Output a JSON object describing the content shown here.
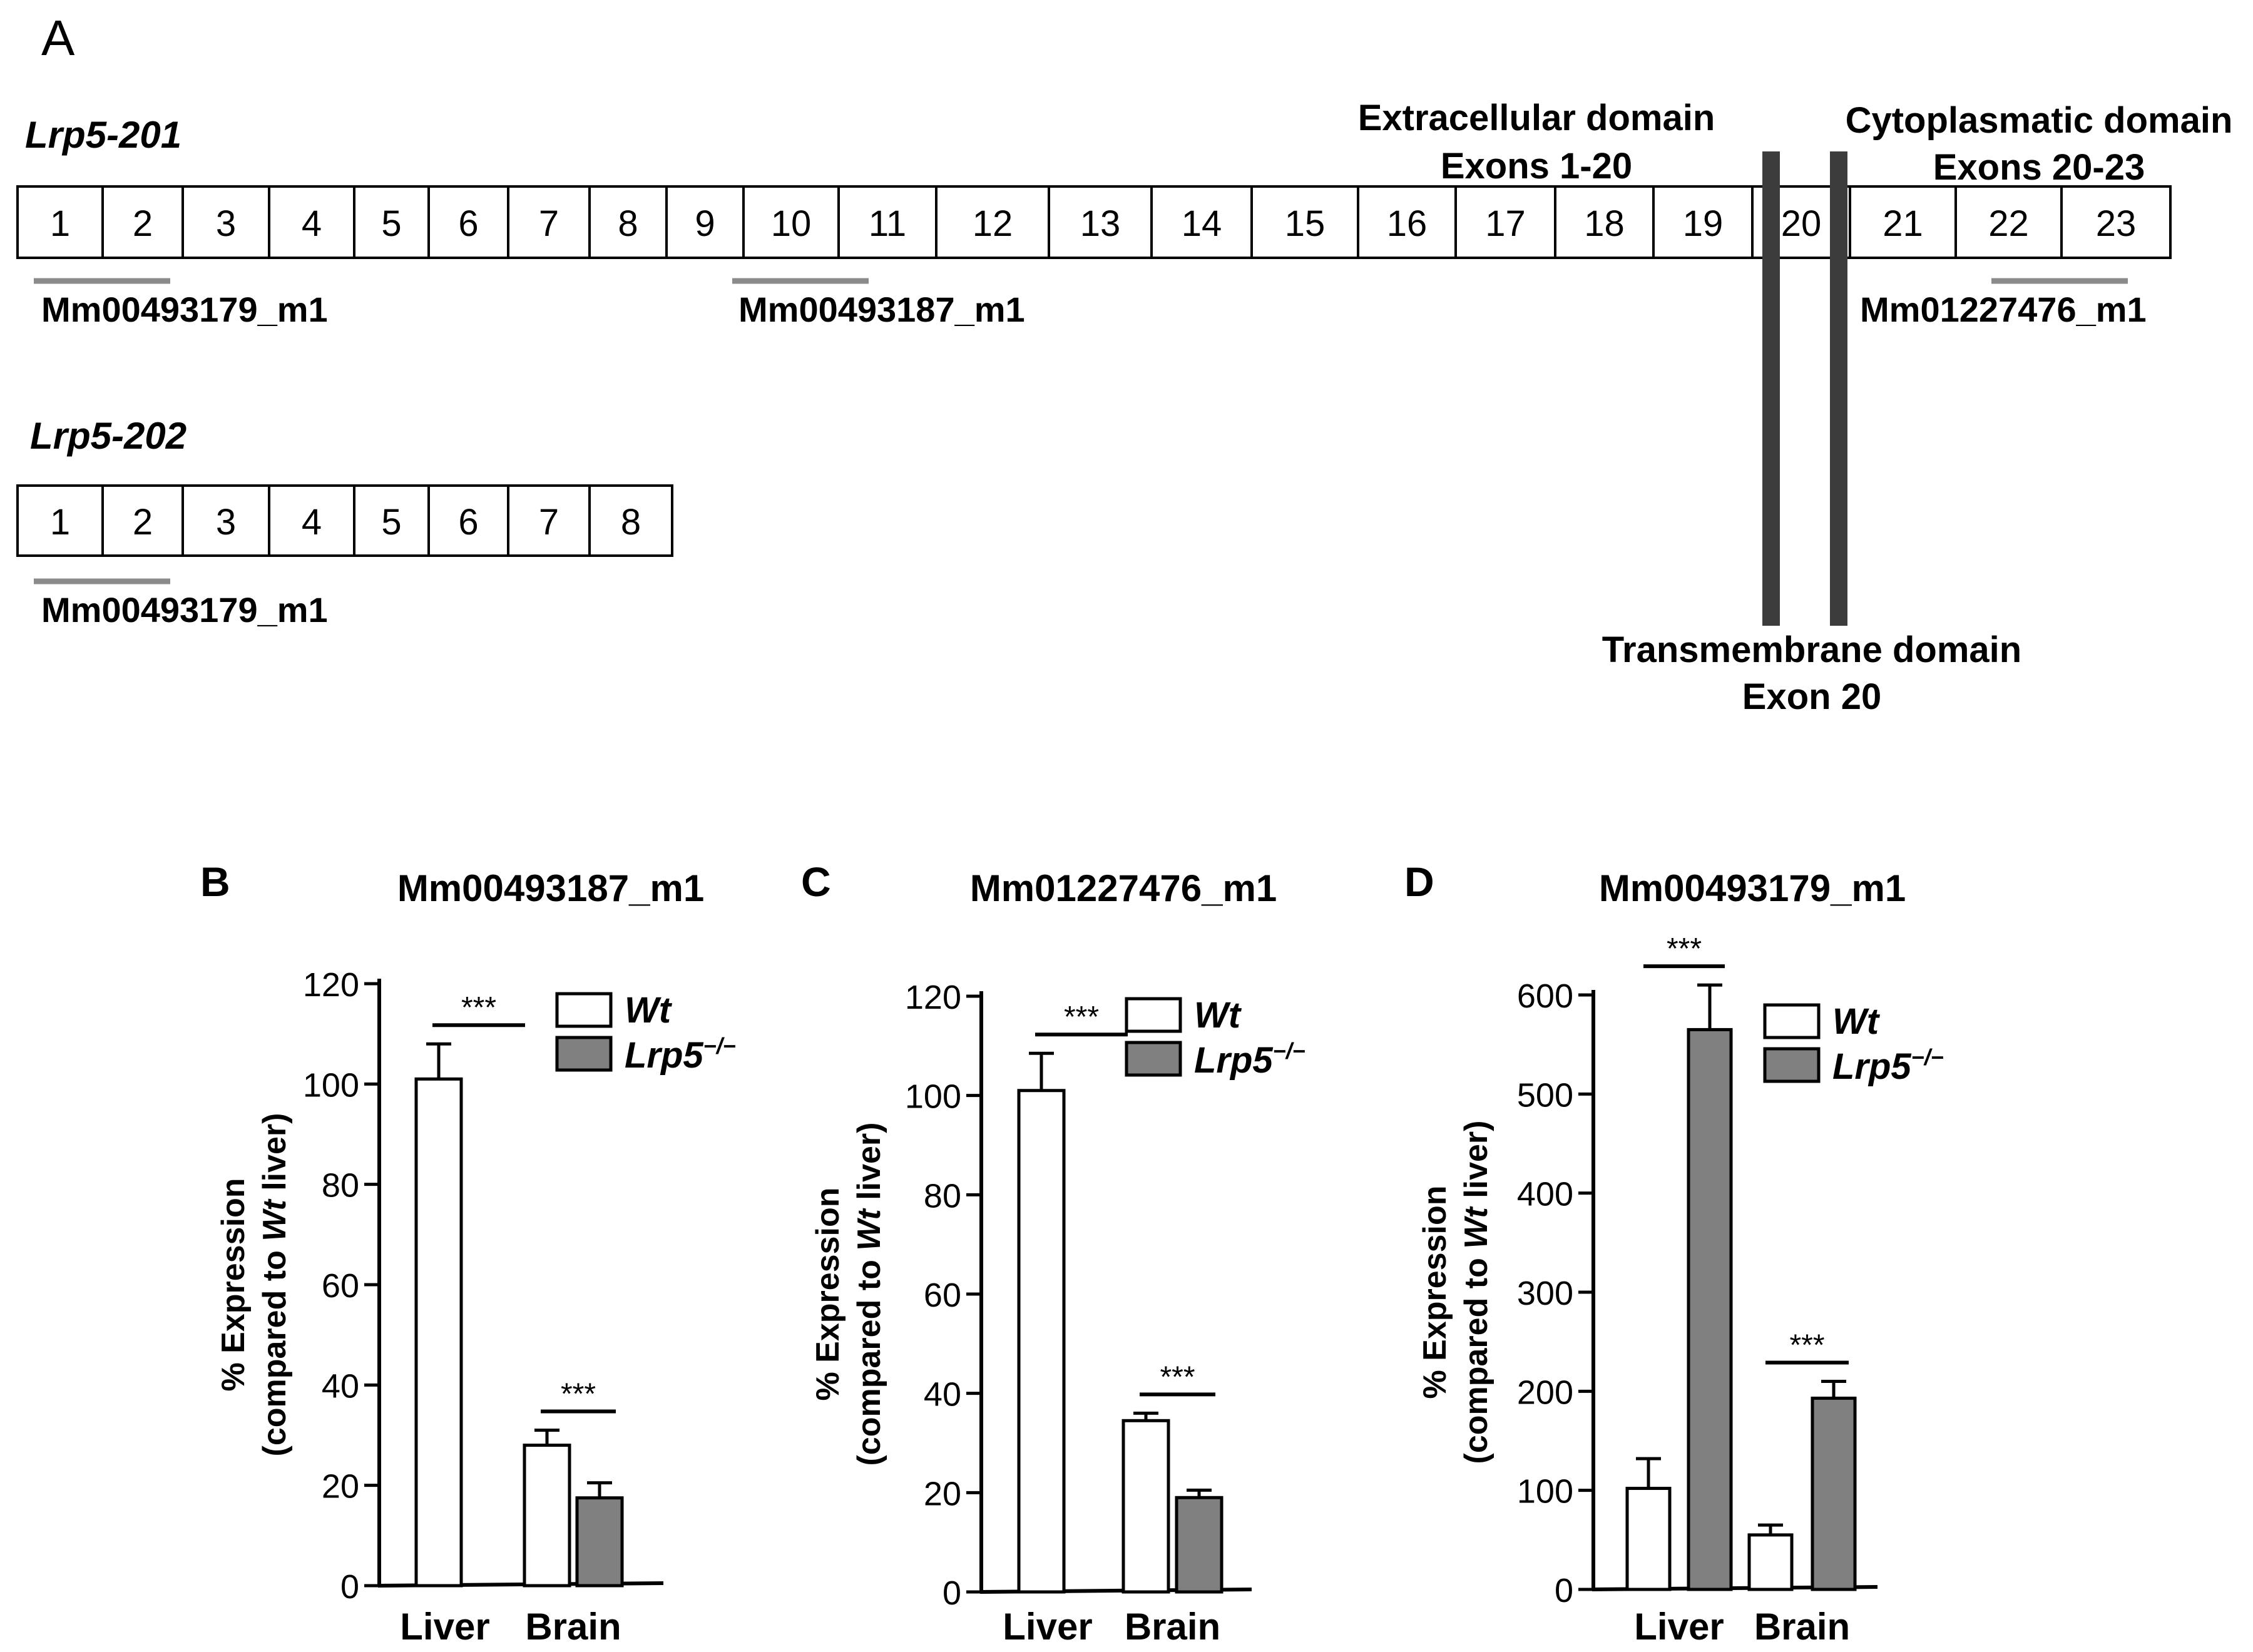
{
  "panel_a": {
    "letter": "A",
    "transcript_201": {
      "name": "Lrp5-201",
      "exons": [
        "1",
        "2",
        "3",
        "4",
        "5",
        "6",
        "7",
        "8",
        "9",
        "10",
        "11",
        "12",
        "13",
        "14",
        "15",
        "16",
        "17",
        "18",
        "19",
        "20",
        "21",
        "22",
        "23"
      ],
      "probe_labels": [
        "Mm00493179_m1",
        "Mm00493187_m1",
        "Mm01227476_m1"
      ]
    },
    "transcript_202": {
      "name": "Lrp5-202",
      "exons": [
        "1",
        "2",
        "3",
        "4",
        "5",
        "6",
        "7",
        "8"
      ],
      "probe_labels": [
        "Mm00493179_m1"
      ]
    },
    "domains": {
      "extracellular_line1": "Extracellular domain",
      "extracellular_line2": "Exons 1-20",
      "cytoplasmatic_line1": "Cytoplasmatic domain",
      "cytoplasmatic_line2": "Exons 20-23",
      "transmembrane_line1": "Transmembrane domain",
      "transmembrane_line2": "Exon 20"
    },
    "colors": {
      "probe_bar": "#8a8a8a",
      "tm_bar": "#3c3c3c"
    }
  },
  "legend": {
    "wt": "Wt",
    "ko": "Lrp5",
    "ko_sup": "−/−"
  },
  "ylabel_line1": "% Expression",
  "ylabel_line2_pre": "(compared to ",
  "ylabel_line2_em": "Wt",
  "ylabel_line2_post": " liver)",
  "colors": {
    "wt_fill": "#ffffff",
    "ko_fill": "#808080",
    "stroke": "#000000"
  },
  "chart_data": [
    {
      "type": "bar",
      "panel": "B",
      "title": "Mm00493187_m1",
      "categories": [
        "Liver",
        "Brain"
      ],
      "series": [
        {
          "name": "Wt",
          "values": [
            101,
            28
          ],
          "errors": [
            7,
            3
          ]
        },
        {
          "name": "Lrp5−/−",
          "values": [
            0,
            17.5
          ],
          "errors": [
            0,
            3
          ]
        }
      ],
      "ylim": [
        0,
        120
      ],
      "yticks": [
        0,
        20,
        40,
        60,
        80,
        100,
        120
      ],
      "significance": [
        {
          "category": "Liver",
          "label": "***"
        },
        {
          "category": "Brain",
          "label": "***"
        }
      ]
    },
    {
      "type": "bar",
      "panel": "C",
      "title": "Mm01227476_m1",
      "categories": [
        "Liver",
        "Brain"
      ],
      "series": [
        {
          "name": "Wt",
          "values": [
            101,
            34.5
          ],
          "errors": [
            7.5,
            1.5
          ]
        },
        {
          "name": "Lrp5−/−",
          "values": [
            0,
            19
          ],
          "errors": [
            0,
            1.5
          ]
        }
      ],
      "ylim": [
        0,
        120
      ],
      "yticks": [
        0,
        20,
        40,
        60,
        80,
        100,
        120
      ],
      "significance": [
        {
          "category": "Liver",
          "label": "***"
        },
        {
          "category": "Brain",
          "label": "***"
        }
      ]
    },
    {
      "type": "bar",
      "panel": "D",
      "title": "Mm00493179_m1",
      "categories": [
        "Liver",
        "Brain"
      ],
      "series": [
        {
          "name": "Wt",
          "values": [
            102,
            55
          ],
          "errors": [
            30,
            10
          ]
        },
        {
          "name": "Lrp5−/−",
          "values": [
            565,
            193
          ],
          "errors": [
            45,
            17
          ]
        }
      ],
      "ylim": [
        0,
        600
      ],
      "yticks": [
        0,
        100,
        200,
        300,
        400,
        500,
        600
      ],
      "significance": [
        {
          "category": "Liver",
          "label": "***"
        },
        {
          "category": "Brain",
          "label": "***"
        }
      ]
    }
  ]
}
